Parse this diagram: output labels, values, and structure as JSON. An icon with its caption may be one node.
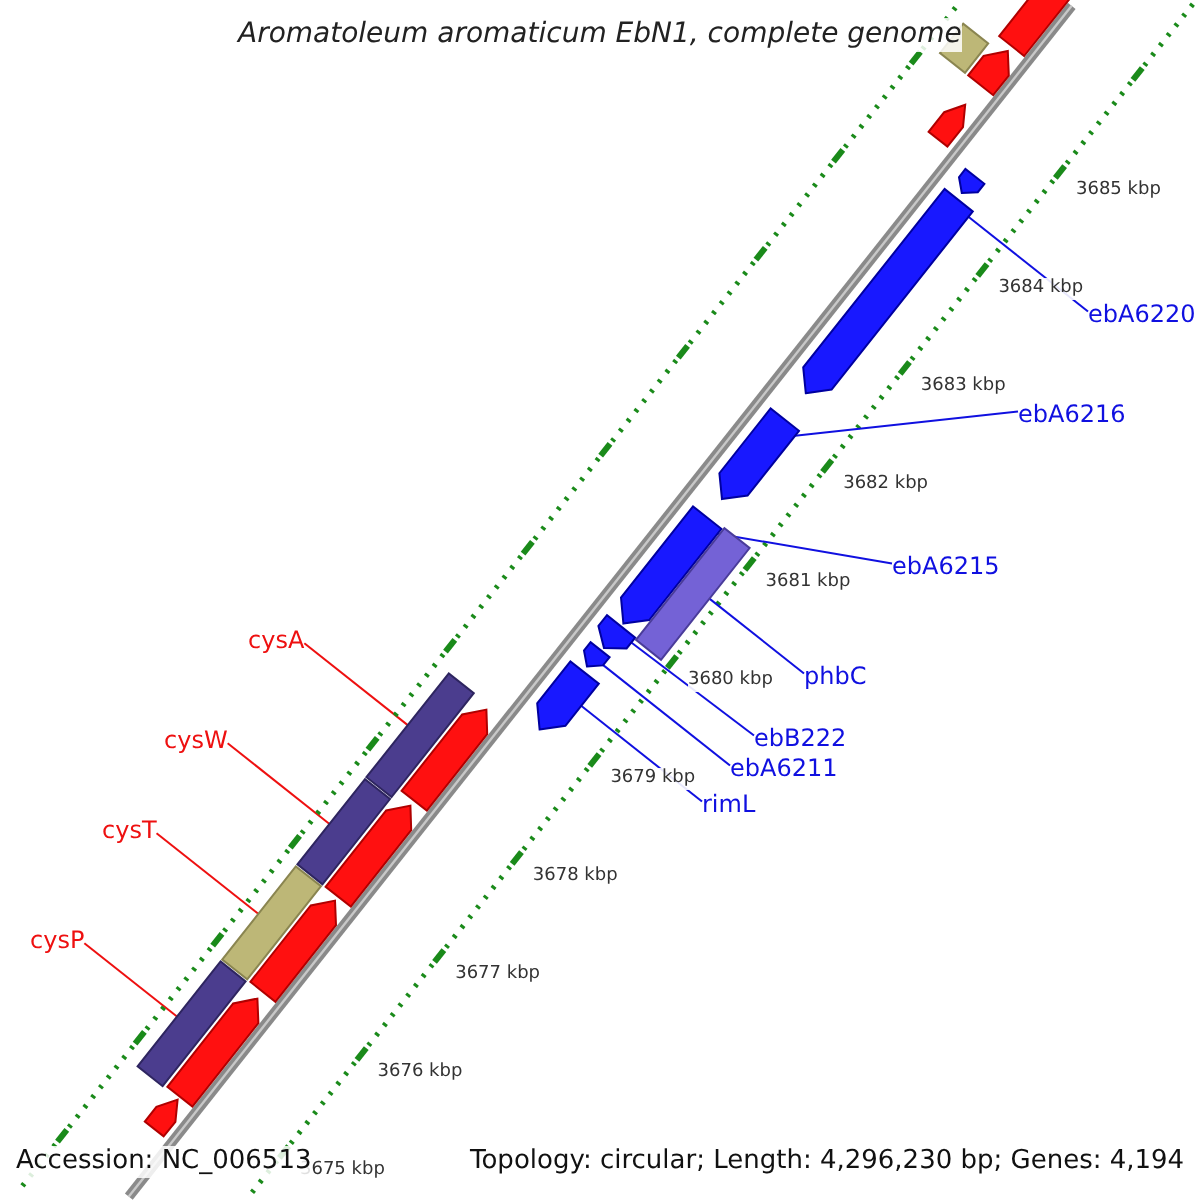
{
  "diagram": {
    "title": "Aromatoleum aromaticum EbN1, complete genome",
    "nodes": [
      {
        "text": [
          "ebA6220"
        ]
      },
      {
        "text": [
          "ebA6216"
        ]
      },
      {
        "text": [
          "ebA6215"
        ]
      },
      {
        "text": [
          "cysA"
        ]
      },
      {
        "text": [
          "phbC"
        ]
      },
      {
        "text": [
          "ebB222"
        ]
      },
      {
        "text": [
          "cysW"
        ]
      },
      {
        "text": [
          "ebA6211"
        ]
      },
      {
        "text": [
          "rimL"
        ]
      },
      {
        "text": [
          "cysT"
        ]
      },
      {
        "text": [
          "cysP"
        ]
      },
      {
        "text": [],
        "shape": "arrow"
      },
      {
        "text": [],
        "shape": "bar"
      },
      {
        "text": [],
        "shape": "arrow"
      },
      {
        "text": [],
        "shape": "bar"
      },
      {
        "text": [],
        "shape": "arrow"
      },
      {
        "text": [],
        "shape": "bar"
      },
      {
        "text": [],
        "shape": "arrow"
      },
      {
        "text": [],
        "shape": "bar"
      },
      {
        "text": [],
        "shape": "arrow"
      },
      {
        "text": [],
        "shape": "arrow"
      },
      {
        "text": [],
        "shape": "arrow"
      },
      {
        "text": [],
        "shape": "arrow"
      },
      {
        "text": [],
        "shape": "arrow"
      },
      {
        "text": [],
        "shape": "bar"
      },
      {
        "text": [],
        "shape": "arrow"
      },
      {
        "text": [],
        "shape": "arrow"
      },
      {
        "text": [],
        "shape": "arrow"
      },
      {
        "text": [],
        "shape": "bar"
      },
      {
        "text": [],
        "shape": "arrow"
      },
      {
        "text": [],
        "shape": "arrow"
      },
      {
        "text": [],
        "shape": "arrow"
      }
    ],
    "edges": [
      {
        "from": 0,
        "to": 26,
        "arrow": "none"
      },
      {
        "from": 1,
        "to": 25,
        "arrow": "none"
      },
      {
        "from": 2,
        "to": 23,
        "arrow": "none"
      },
      {
        "from": 3,
        "to": 18,
        "arrow": "none",
        "color": "#ee1010"
      },
      {
        "from": 4,
        "to": 24,
        "arrow": "none"
      },
      {
        "from": 5,
        "to": 22,
        "arrow": "none"
      },
      {
        "from": 6,
        "to": 16,
        "arrow": "none",
        "color": "#ee1010"
      },
      {
        "from": 7,
        "to": 21,
        "arrow": "none"
      },
      {
        "from": 8,
        "to": 20,
        "arrow": "none"
      },
      {
        "from": 9,
        "to": 14,
        "arrow": "none",
        "color": "#ee1010"
      },
      {
        "from": 10,
        "to": 12,
        "arrow": "none",
        "color": "#ee1010"
      }
    ],
    "labels": [
      "3685 kbp",
      "3684 kbp",
      "3683 kbp",
      "3682 kbp",
      "3681 kbp",
      "3680 kbp",
      "3679 kbp",
      "3678 kbp",
      "3677 kbp",
      "3676 kbp",
      "3675 kbp",
      "Accession: NC_006513",
      "Topology: circular; Length: 4,296,230 bp; Genes: 4,194"
    ]
  }
}
